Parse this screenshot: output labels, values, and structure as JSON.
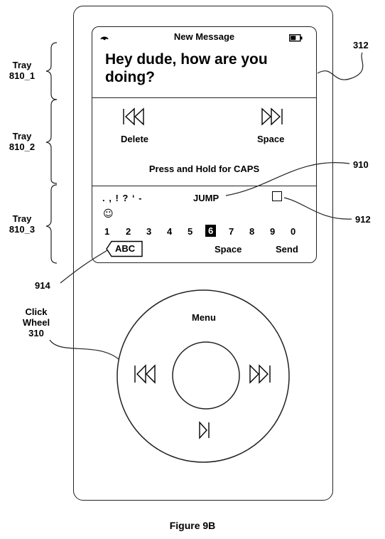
{
  "screen": {
    "title": "New Message",
    "message": "Hey dude, how are you doing?",
    "tray2": {
      "delete_label": "Delete",
      "space_label": "Space",
      "hint": "Press and Hold for CAPS"
    },
    "tray3": {
      "punctuation": ". , ! ? ‘ -",
      "jump_label": "JUMP",
      "smiley": "☺",
      "digits": [
        "1",
        "2",
        "3",
        "4",
        "5",
        "6",
        "7",
        "8",
        "9",
        "0"
      ],
      "selected_digit": "6",
      "abc_label": "ABC",
      "space_label": "Space",
      "send_label": "Send"
    }
  },
  "wheel": {
    "menu_label": "Menu"
  },
  "annotations": {
    "tray1": [
      "Tray",
      "810_1"
    ],
    "tray2": [
      "Tray",
      "810_2"
    ],
    "tray3": [
      "Tray",
      "810_3"
    ],
    "ref_312": "312",
    "ref_910": "910",
    "ref_912": "912",
    "ref_914": "914",
    "click_wheel": [
      "Click",
      "Wheel",
      "310"
    ]
  },
  "figure_caption": "Figure 9B"
}
